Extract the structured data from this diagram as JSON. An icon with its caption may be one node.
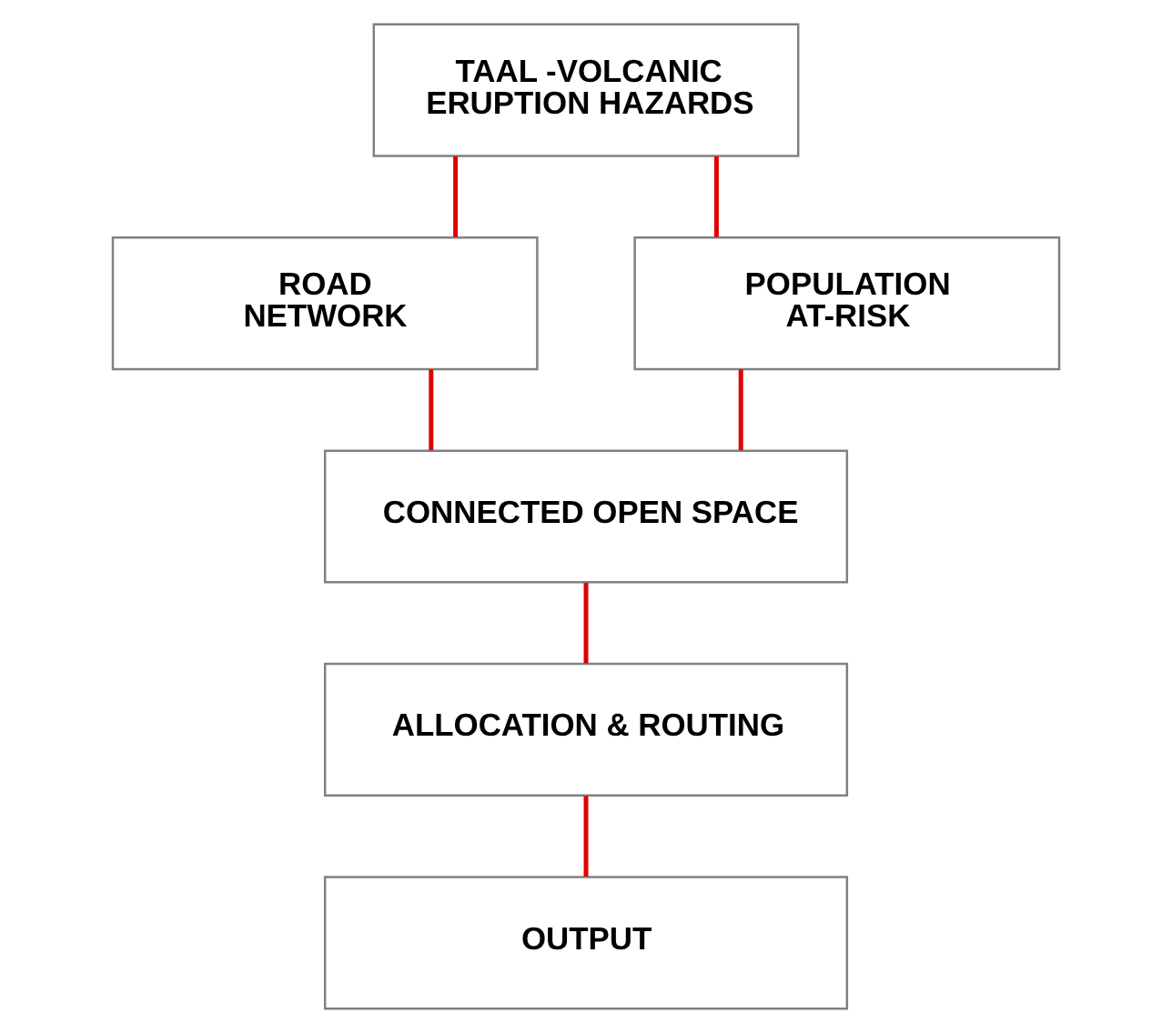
{
  "diagram": {
    "nodes": [
      {
        "text": [
          "TAAL -VOLCANIC ERUPTION HAZARDS"
        ]
      },
      {
        "text": [
          "ROAD NETWORK"
        ]
      },
      {
        "text": [
          "POPULATION AT-RISK"
        ]
      },
      {
        "text": [
          "CONNECTED OPEN SPACE"
        ]
      },
      {
        "text": [
          "ALLOCATION & ROUTING"
        ]
      },
      {
        "text": [
          "OUTPUT"
        ]
      }
    ],
    "edges": [
      {
        "from": 0,
        "to": 1,
        "arrow": "none"
      },
      {
        "from": 0,
        "to": 2,
        "arrow": "none"
      },
      {
        "from": 1,
        "to": 3,
        "arrow": "none"
      },
      {
        "from": 2,
        "to": 3,
        "arrow": "none"
      },
      {
        "from": 3,
        "to": 4,
        "arrow": "none"
      },
      {
        "from": 4,
        "to": 5,
        "arrow": "none"
      }
    ]
  }
}
